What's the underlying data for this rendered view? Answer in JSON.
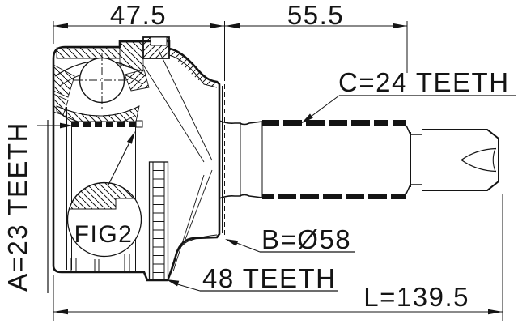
{
  "page": {
    "background": "#ffffff",
    "ink": "#141414"
  },
  "labels": {
    "housing_width": "47.5",
    "shaft_section_length": "55.5",
    "inner_spline_teeth": "A=23 TEETH",
    "shaft_spline_teeth": "C=24 TEETH",
    "housing_outer_diameter": "B=Ø58",
    "abs_ring_teeth": "48 TEETH",
    "overall_length": "L=139.5",
    "detail_callout": "FIG2"
  }
}
